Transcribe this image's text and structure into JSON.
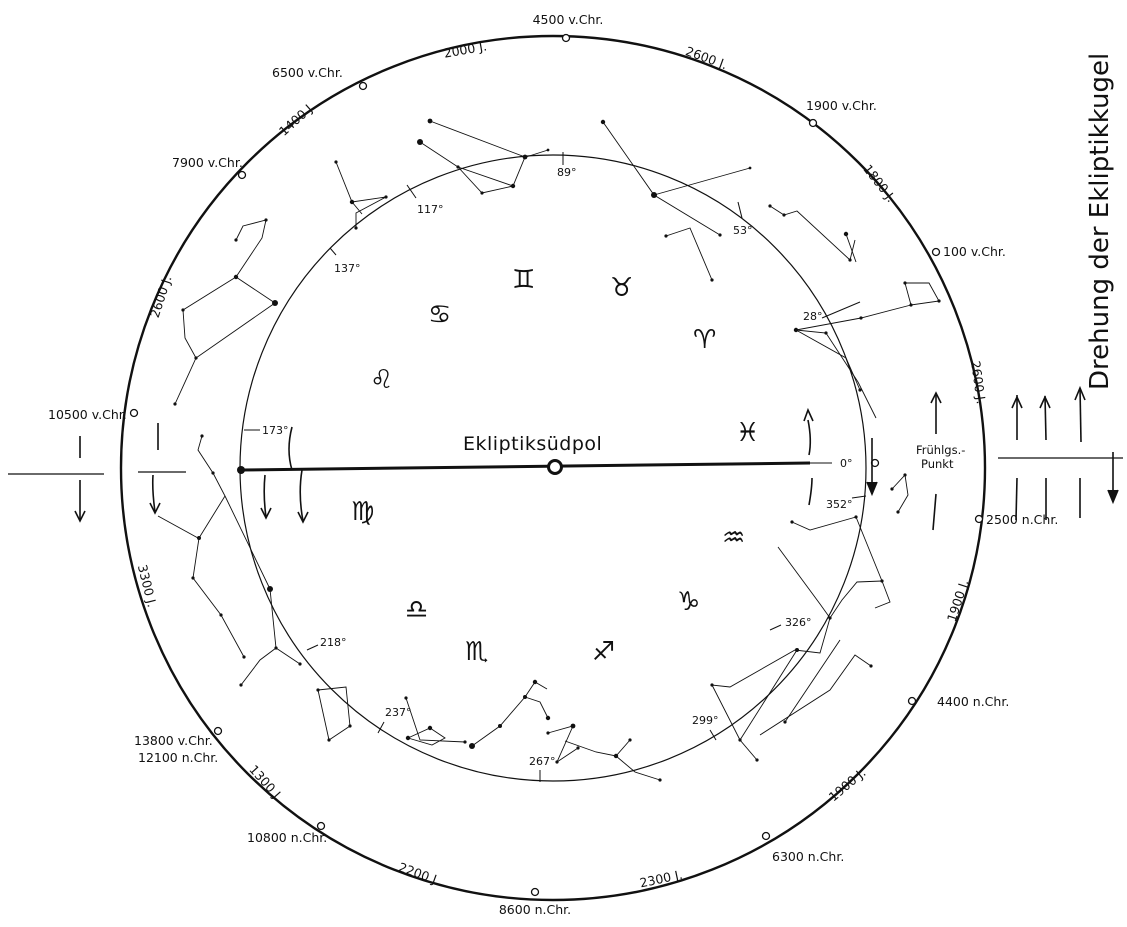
{
  "title": "Drehung der Ekliptikkugel",
  "center_label": "Ekliptiksüdpol",
  "spring_point_label": [
    "Frühlgs.-",
    "Punkt"
  ],
  "outer_ring": {
    "dates": [
      {
        "id": "d1",
        "text": "4500 v.Chr."
      },
      {
        "id": "d2",
        "text": "1900 v.Chr."
      },
      {
        "id": "d3",
        "text": "100 v.Chr."
      },
      {
        "id": "d4",
        "text": "2500 n.Chr."
      },
      {
        "id": "d5",
        "text": "4400 n.Chr."
      },
      {
        "id": "d6",
        "text": "6300 n.Chr."
      },
      {
        "id": "d7",
        "text": "8600 n.Chr."
      },
      {
        "id": "d8",
        "text": "10800 n.Chr."
      },
      {
        "id": "d9a",
        "text": "13800 v.Chr."
      },
      {
        "id": "d9b",
        "text": "12100 n.Chr."
      },
      {
        "id": "d10",
        "text": "10500 v.Chr."
      },
      {
        "id": "d11",
        "text": "7900 v.Chr."
      },
      {
        "id": "d12",
        "text": "6500 v.Chr."
      }
    ],
    "periods": [
      {
        "id": "p1",
        "text": "2600 J."
      },
      {
        "id": "p2",
        "text": "1800 J."
      },
      {
        "id": "p3",
        "text": "2600 J."
      },
      {
        "id": "p4",
        "text": "1900 J."
      },
      {
        "id": "p5",
        "text": "1900 J."
      },
      {
        "id": "p6",
        "text": "2300 J."
      },
      {
        "id": "p7",
        "text": "2200 J."
      },
      {
        "id": "p8",
        "text": "1300 J."
      },
      {
        "id": "p9",
        "text": "3300 J."
      },
      {
        "id": "p10",
        "text": "2600 J."
      },
      {
        "id": "p11",
        "text": "1400 J."
      },
      {
        "id": "p12",
        "text": "2000 J."
      }
    ]
  },
  "degree_marks": [
    "0°",
    "28°",
    "53°",
    "89°",
    "117°",
    "137°",
    "173°",
    "218°",
    "237°",
    "267°",
    "299°",
    "326°",
    "352°"
  ],
  "zodiac_symbols": [
    {
      "id": "gemini",
      "glyph": "♊"
    },
    {
      "id": "taurus",
      "glyph": "♉"
    },
    {
      "id": "cancer",
      "glyph": "♋"
    },
    {
      "id": "aries",
      "glyph": "♈"
    },
    {
      "id": "leo",
      "glyph": "♌"
    },
    {
      "id": "pisces",
      "glyph": "♓"
    },
    {
      "id": "virgo",
      "glyph": "♍"
    },
    {
      "id": "aquarius",
      "glyph": "♒"
    },
    {
      "id": "libra",
      "glyph": "♎"
    },
    {
      "id": "capricorn",
      "glyph": "♑"
    },
    {
      "id": "scorpio",
      "glyph": "♏"
    },
    {
      "id": "sagittarius",
      "glyph": "♐"
    }
  ]
}
